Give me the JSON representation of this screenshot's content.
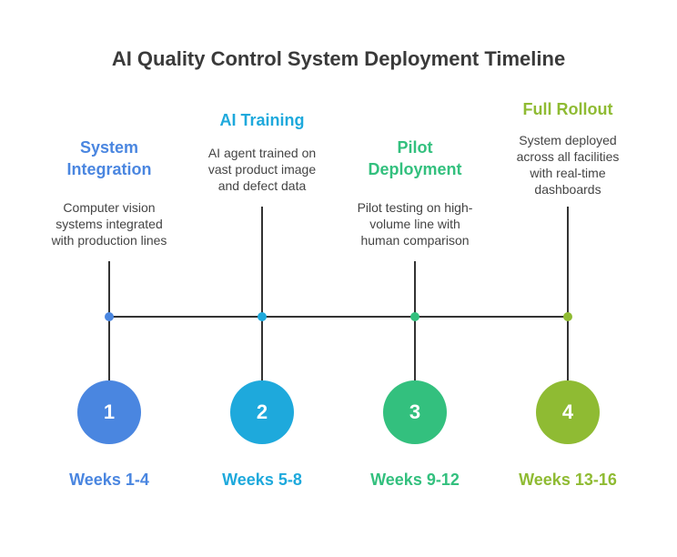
{
  "title": "AI Quality Control System Deployment Timeline",
  "phases": [
    {
      "number": "1",
      "title_lines": [
        "System",
        "Integration"
      ],
      "description_lines": [
        "Computer vision",
        "systems integrated",
        "with production lines"
      ],
      "weeks": "Weeks 1-4",
      "color": "#4a86e0"
    },
    {
      "number": "2",
      "title_lines": [
        "AI Training"
      ],
      "description_lines": [
        "AI agent trained on",
        "vast product image",
        "and defect data"
      ],
      "weeks": "Weeks 5-8",
      "color": "#1ea9dc"
    },
    {
      "number": "3",
      "title_lines": [
        "Pilot",
        "Deployment"
      ],
      "description_lines": [
        "Pilot testing on high-",
        "volume line with",
        "human comparison"
      ],
      "weeks": "Weeks 9-12",
      "color": "#33c07e"
    },
    {
      "number": "4",
      "title_lines": [
        "Full Rollout"
      ],
      "description_lines": [
        "System deployed",
        "across all facilities",
        "with real-time",
        "dashboards"
      ],
      "weeks": "Weeks 13-16",
      "color": "#8fbb33"
    }
  ]
}
